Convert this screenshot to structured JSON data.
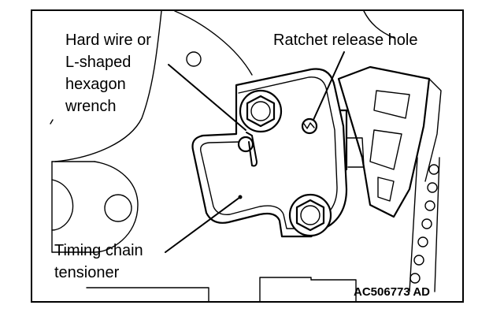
{
  "labels": {
    "tool": [
      "Hard wire or",
      "L-shaped",
      "hexagon",
      "wrench"
    ],
    "ratchet": "Ratchet release hole",
    "tensioner": [
      "Timing chain",
      "tensioner"
    ],
    "code": "AC506773 AD"
  }
}
